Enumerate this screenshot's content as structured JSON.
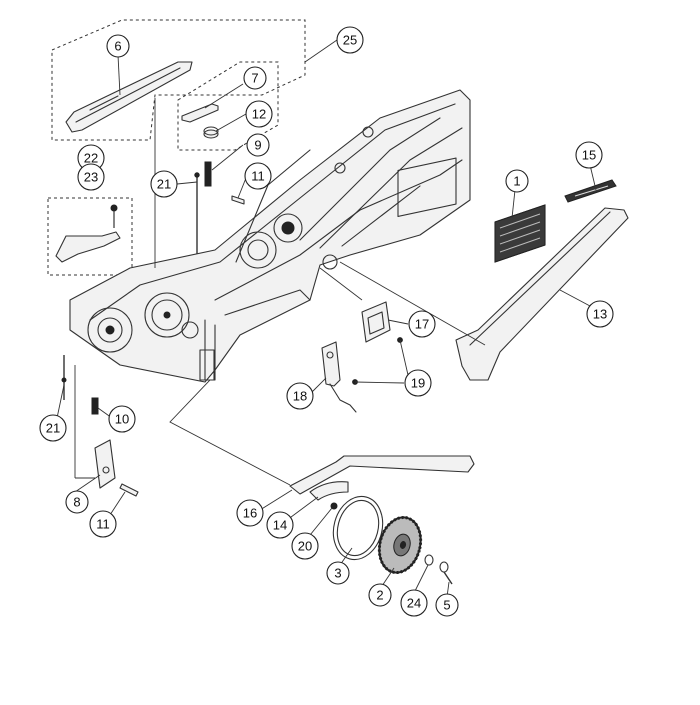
{
  "callouts": [
    {
      "id": "c1",
      "label": "1"
    },
    {
      "id": "c2",
      "label": "2"
    },
    {
      "id": "c3",
      "label": "3"
    },
    {
      "id": "c5",
      "label": "5"
    },
    {
      "id": "c6",
      "label": "6"
    },
    {
      "id": "c7",
      "label": "7"
    },
    {
      "id": "c8",
      "label": "8"
    },
    {
      "id": "c9",
      "label": "9"
    },
    {
      "id": "c10",
      "label": "10"
    },
    {
      "id": "c11a",
      "label": "11"
    },
    {
      "id": "c11b",
      "label": "11"
    },
    {
      "id": "c12",
      "label": "12"
    },
    {
      "id": "c13",
      "label": "13"
    },
    {
      "id": "c14",
      "label": "14"
    },
    {
      "id": "c15",
      "label": "15"
    },
    {
      "id": "c16",
      "label": "16"
    },
    {
      "id": "c17",
      "label": "17"
    },
    {
      "id": "c18",
      "label": "18"
    },
    {
      "id": "c19",
      "label": "19"
    },
    {
      "id": "c20",
      "label": "20"
    },
    {
      "id": "c21a",
      "label": "21"
    },
    {
      "id": "c21b",
      "label": "21"
    },
    {
      "id": "c22",
      "label": "22"
    },
    {
      "id": "c23",
      "label": "23"
    },
    {
      "id": "c24",
      "label": "24"
    },
    {
      "id": "c25",
      "label": "25"
    }
  ]
}
